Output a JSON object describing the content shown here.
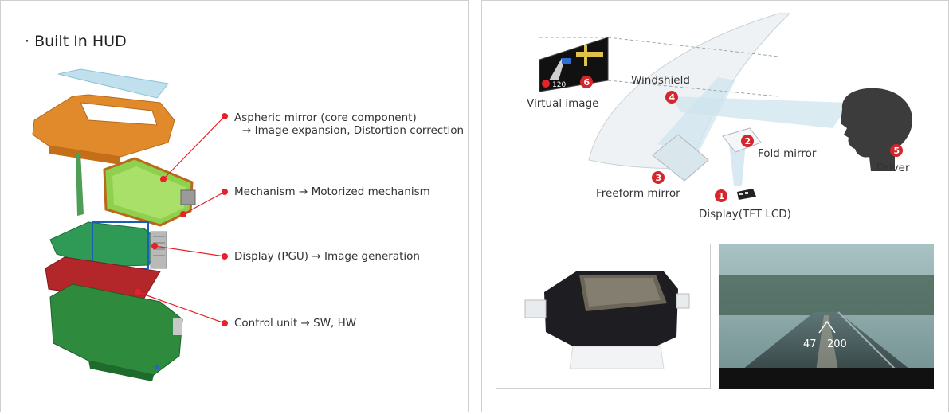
{
  "left": {
    "title": "· Built In HUD",
    "callouts": [
      {
        "main": "Aspheric mirror (core component)",
        "sub": "→ Image expansion, Distortion correction"
      },
      {
        "main": "Mechanism → Motorized mechanism"
      },
      {
        "main": "Display (PGU) → Image generation"
      },
      {
        "main": "Control unit → SW, HW"
      }
    ]
  },
  "right": {
    "labels": {
      "virtual_image": "Virtual image",
      "windshield": "Windshield",
      "fold_mirror": "Fold mirror",
      "freeform_mirror": "Freeform mirror",
      "display": "Display(TFT LCD)",
      "driver": "Driver"
    },
    "markers": [
      "1",
      "2",
      "3",
      "4",
      "5",
      "6"
    ],
    "road_hud": {
      "speed": "47",
      "limit": "200"
    },
    "virtual_image_speed": "120"
  },
  "colors": {
    "callout_line": "#e8202a",
    "highlight_box": "#1a5fb4",
    "mirror_green": "#8fd14f",
    "housing_green": "#2e8b3d",
    "pcb_red": "#b3262a",
    "frame_orange": "#e08a2c",
    "glass_blue": "#bfe0ec"
  }
}
